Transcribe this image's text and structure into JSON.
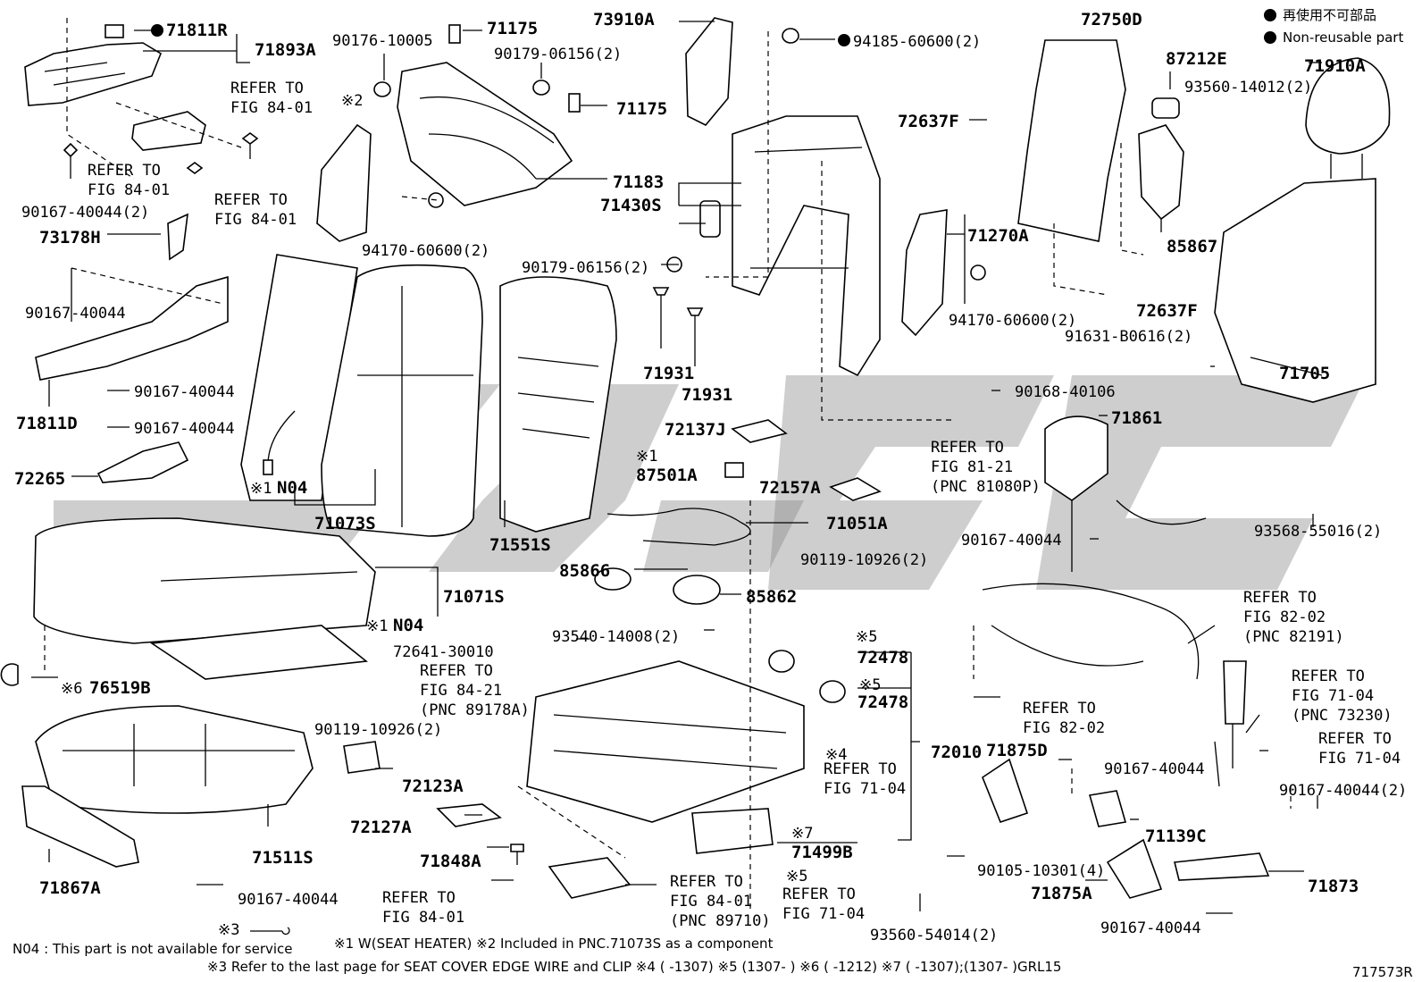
{
  "legend": {
    "non_reusable_jp": "再使用不可部品",
    "non_reusable_en": "Non-reusable part"
  },
  "labels": {
    "p71811R": "71811R",
    "p71893A": "71893A",
    "p90176": "90176-10005",
    "p71175a": "71175",
    "p90179a": "90179-06156(2)",
    "p71175b": "71175",
    "p73910A": "73910A",
    "p94185": "94185-60600(2)",
    "p72750D": "72750D",
    "p87212E": "87212E",
    "p71910A": "71910A",
    "p93560a": "93560-14012(2)",
    "p72637Fa": "72637F",
    "refer_84_01_a1": "REFER TO",
    "refer_84_01_a2": "FIG 84-01",
    "refer_84_01_b1": "REFER TO",
    "refer_84_01_b2": "FIG 84-01",
    "refer_84_01_c1": "REFER TO",
    "refer_84_01_c2": "FIG 84-01",
    "mark2": "※2",
    "p71183": "71183",
    "p71430S": "71430S",
    "p90167_2a": "90167-40044(2)",
    "p94170a": "94170-60600(2)",
    "p73178H": "73178H",
    "p71270A": "71270A",
    "p85867": "85867",
    "p90167a": "90167-40044",
    "p90179b": "90179-06156(2)",
    "p72637Fb": "72637F",
    "p94170b": "94170-60600(2)",
    "p91631": "91631-B0616(2)",
    "p71931a": "71931",
    "p71931b": "71931",
    "p71705": "71705",
    "p71811D": "71811D",
    "p90167b": "90167-40044",
    "p90168": "90168-40106",
    "p72137J": "72137J",
    "p71861": "71861",
    "p90167c": "90167-40044",
    "refer_81_21_1": "REFER TO",
    "refer_81_21_2": "FIG 81-21",
    "refer_81_21_3": "(PNC 81080P)",
    "p72265": "72265",
    "mark1a": "※1",
    "p87501A": "87501A",
    "p72157A": "72157A",
    "mark1b": "※1",
    "n04a": "N04",
    "p71051A": "71051A",
    "p71073S": "71073S",
    "p71551S": "71551S",
    "p90167d": "90167-40044",
    "p93568": "93568-55016(2)",
    "p85866": "85866",
    "p90119a": "90119-10926(2)",
    "p71071S": "71071S",
    "p85862": "85862",
    "refer_82_02_a1": "REFER TO",
    "refer_82_02_a2": "FIG 82-02",
    "refer_82_02_a3": "(PNC 82191)",
    "mark1c": "※1",
    "n04b": "N04",
    "p93540": "93540-14008(2)",
    "mark5a": "※5",
    "p72641": "72641-30010",
    "p72478a": "72478",
    "refer_84_21_1": "REFER TO",
    "refer_84_21_2": "FIG 84-21",
    "refer_84_21_3": "(PNC 89178A)",
    "mark5b": "※5",
    "p72478b": "72478",
    "refer_71_04_a1": "REFER TO",
    "refer_71_04_a2": "FIG 71-04",
    "refer_71_04_a3": "(PNC 73230)",
    "mark6": "※6",
    "p76519B": "76519B",
    "refer_82_02_b1": "REFER TO",
    "refer_82_02_b2": "FIG 82-02",
    "p90119b": "90119-10926(2)",
    "p72010": "72010",
    "p71875D": "71875D",
    "mark4": "※4",
    "refer_71_04_b1": "REFER TO",
    "refer_71_04_b2": "FIG 71-04",
    "refer_71_04_c1": "REFER TO",
    "refer_71_04_c2": "FIG 71-04",
    "p72123A": "72123A",
    "p90167e": "90167-40044",
    "p90167_2b": "90167-40044(2)",
    "p72127A": "72127A",
    "p71139C": "71139C",
    "p71511S": "71511S",
    "mark7": "※7",
    "p71499B": "71499B",
    "p71848A": "71848A",
    "p90105": "90105-10301(4)",
    "p71867A": "71867A",
    "refer_84_01_d1": "REFER TO",
    "refer_84_01_d2": "FIG 84-01",
    "refer_84_01_d3": "(PNC 89710)",
    "mark5c": "※5",
    "refer_71_04_d1": "REFER TO",
    "refer_71_04_d2": "FIG 71-04",
    "p71875A": "71875A",
    "p71873": "71873",
    "p90167f": "90167-40044",
    "refer_84_01_e1": "REFER TO",
    "refer_84_01_e2": "FIG 84-01",
    "p93560b": "93560-54014(2)",
    "p90167g": "90167-40044",
    "mark3": "※3"
  },
  "footer": {
    "n04_note": "N04 : This part is not available for service",
    "note1": "※1 W(SEAT HEATER) ※2 Included in PNC.71073S as a component",
    "note2": "※3 Refer to the last page for SEAT COVER EDGE WIRE and CLIP  ※4 (      -1307) ※5 (1307-      ) ※6 (      -1212)  ※7 (      -1307);(1307-      )GRL15",
    "code": "717573R"
  }
}
